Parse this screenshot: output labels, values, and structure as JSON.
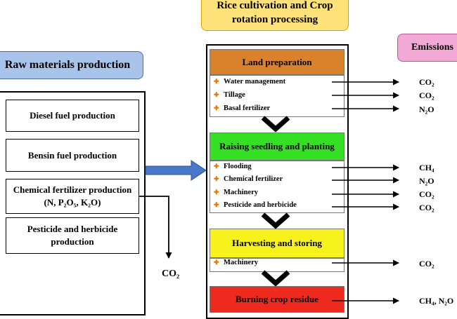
{
  "headers": {
    "process_title": "Rice cultivation and Crop rotation processing",
    "raw_title": "Raw materials production",
    "emissions_title": "Emissions"
  },
  "raw_materials": [
    "Diesel fuel production",
    "Bensin fuel production",
    "Chemical fertilizer production (N, P₂O₅, K₂O)",
    "Pesticide and herbicide production"
  ],
  "raw_emission": "CO₂",
  "stages": [
    {
      "name": "Land preparation",
      "color": "#d9822b",
      "items": [
        {
          "label": "Water management",
          "emission": "CO₂"
        },
        {
          "label": "Tillage",
          "emission": "CO₂"
        },
        {
          "label": "Basal fertilizer",
          "emission": "N₂O"
        }
      ]
    },
    {
      "name": "Raising seedling and planting",
      "color": "#35e024",
      "items": [
        {
          "label": "Flooding",
          "emission": "CH₄"
        },
        {
          "label": "Chemical fertilizer",
          "emission": "N₂O"
        },
        {
          "label": "Machinery",
          "emission": "CO₂"
        },
        {
          "label": "Pesticide and herbicide",
          "emission": "CO₂"
        }
      ]
    },
    {
      "name": "Harvesting and storing",
      "color": "#f7f21b",
      "items": [
        {
          "label": "Machinery",
          "emission": "CO₂"
        }
      ]
    },
    {
      "name": "Burning crop residue",
      "color": "#ee2a1e",
      "emission": "CH₄, N₂O"
    }
  ]
}
